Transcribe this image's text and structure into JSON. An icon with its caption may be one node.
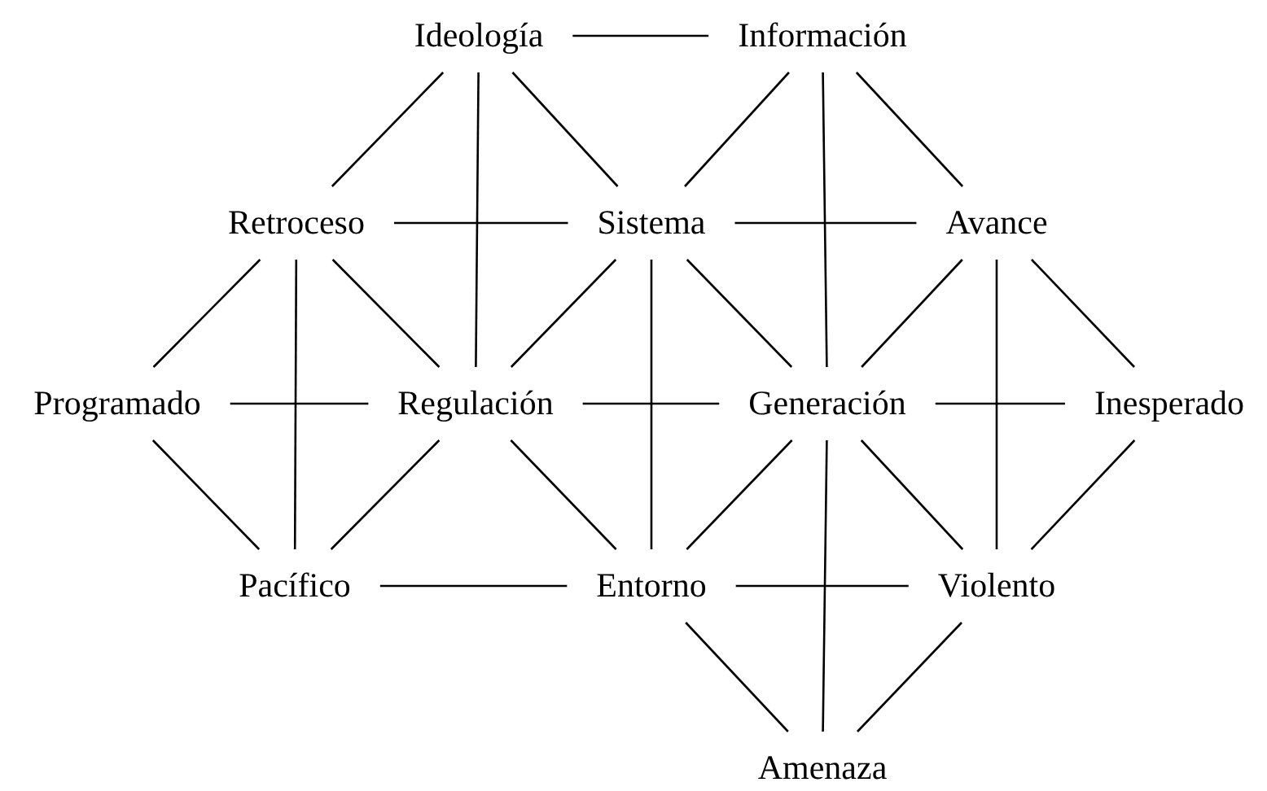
{
  "diagram": {
    "nodes": [
      {
        "text": [
          "Ideología"
        ]
      },
      {
        "text": [
          "Información"
        ]
      },
      {
        "text": [
          "Retroceso"
        ]
      },
      {
        "text": [
          "Sistema"
        ]
      },
      {
        "text": [
          "Avance"
        ]
      },
      {
        "text": [
          "Programado"
        ]
      },
      {
        "text": [
          "Regulación"
        ]
      },
      {
        "text": [
          "Generación"
        ]
      },
      {
        "text": [
          "Inesperado"
        ]
      },
      {
        "text": [
          "Pacífico"
        ]
      },
      {
        "text": [
          "Entorno"
        ]
      },
      {
        "text": [
          "Violento"
        ]
      },
      {
        "text": [
          "Amenaza"
        ]
      }
    ],
    "edges": [
      {
        "from": 0,
        "to": 1,
        "arrow": "none"
      },
      {
        "from": 0,
        "to": 2,
        "arrow": "none"
      },
      {
        "from": 0,
        "to": 6,
        "arrow": "none"
      },
      {
        "from": 0,
        "to": 3,
        "arrow": "none"
      },
      {
        "from": 1,
        "to": 3,
        "arrow": "none"
      },
      {
        "from": 1,
        "to": 7,
        "arrow": "none"
      },
      {
        "from": 1,
        "to": 4,
        "arrow": "none"
      },
      {
        "from": 2,
        "to": 3,
        "arrow": "none"
      },
      {
        "from": 3,
        "to": 4,
        "arrow": "none"
      },
      {
        "from": 2,
        "to": 5,
        "arrow": "none"
      },
      {
        "from": 2,
        "to": 9,
        "arrow": "none"
      },
      {
        "from": 2,
        "to": 6,
        "arrow": "none"
      },
      {
        "from": 3,
        "to": 6,
        "arrow": "none"
      },
      {
        "from": 3,
        "to": 10,
        "arrow": "none"
      },
      {
        "from": 3,
        "to": 7,
        "arrow": "none"
      },
      {
        "from": 4,
        "to": 7,
        "arrow": "none"
      },
      {
        "from": 4,
        "to": 11,
        "arrow": "none"
      },
      {
        "from": 4,
        "to": 8,
        "arrow": "none"
      },
      {
        "from": 5,
        "to": 6,
        "arrow": "none"
      },
      {
        "from": 6,
        "to": 7,
        "arrow": "none"
      },
      {
        "from": 7,
        "to": 8,
        "arrow": "none"
      },
      {
        "from": 5,
        "to": 9,
        "arrow": "none"
      },
      {
        "from": 6,
        "to": 9,
        "arrow": "none"
      },
      {
        "from": 6,
        "to": 10,
        "arrow": "none"
      },
      {
        "from": 7,
        "to": 10,
        "arrow": "none"
      },
      {
        "from": 7,
        "to": 12,
        "arrow": "none"
      },
      {
        "from": 7,
        "to": 11,
        "arrow": "none"
      },
      {
        "from": 8,
        "to": 11,
        "arrow": "none"
      },
      {
        "from": 9,
        "to": 10,
        "arrow": "none"
      },
      {
        "from": 10,
        "to": 11,
        "arrow": "none"
      },
      {
        "from": 10,
        "to": 12,
        "arrow": "none"
      },
      {
        "from": 11,
        "to": 12,
        "arrow": "none"
      }
    ]
  }
}
